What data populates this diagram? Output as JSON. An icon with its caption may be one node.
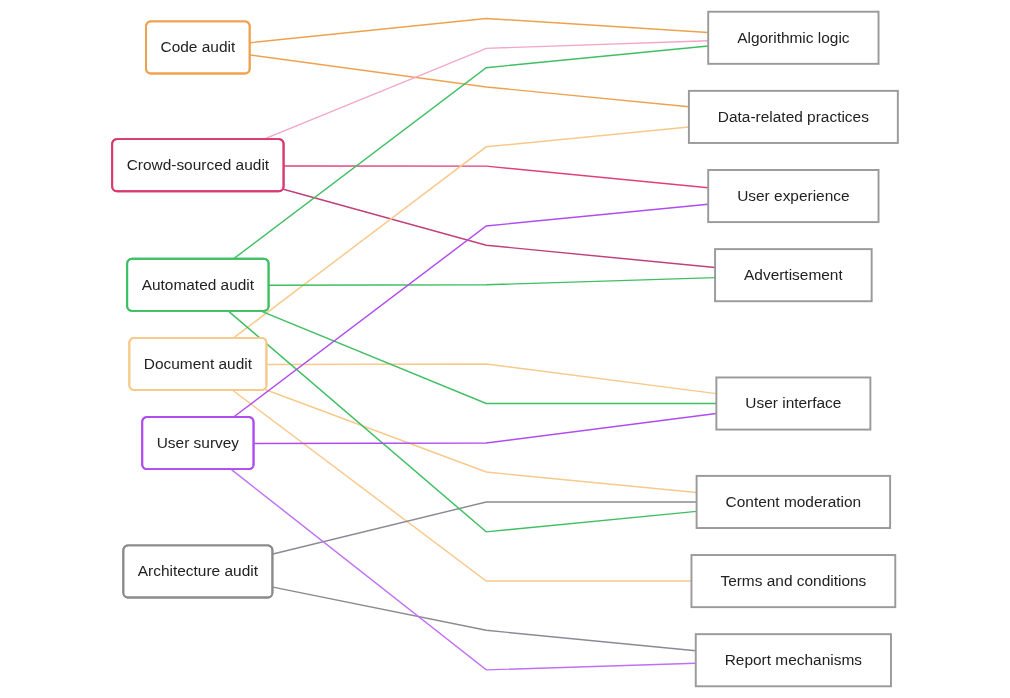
{
  "diagram": {
    "nodes": [
      {
        "text": [
          "Code audit"
        ]
      },
      {
        "text": [
          "Crowd-sourced audit"
        ]
      },
      {
        "text": [
          "Document audit"
        ]
      },
      {
        "text": [
          "Architecture audit"
        ]
      },
      {
        "text": [
          "Automated audit"
        ]
      },
      {
        "text": [
          "User survey"
        ]
      },
      {
        "text": [
          "User experience"
        ]
      },
      {
        "text": [
          "User interface"
        ]
      },
      {
        "text": [
          "Algorithmic logic"
        ]
      },
      {
        "text": [
          "Content moderation"
        ]
      },
      {
        "text": [
          "Terms and conditions"
        ]
      },
      {
        "text": [
          "Advertisement"
        ]
      },
      {
        "text": [
          "Report mechanisms"
        ]
      },
      {
        "text": [
          "Data-related practices"
        ]
      }
    ],
    "edges": [
      {
        "from": 0,
        "to": 8,
        "arrow": "none",
        "color": "#eea24f"
      },
      {
        "from": 0,
        "to": 13,
        "arrow": "none",
        "color": "#eea24f"
      },
      {
        "from": 1,
        "to": 6,
        "arrow": "none",
        "color": "#e0407a"
      },
      {
        "from": 1,
        "to": 8,
        "arrow": "none",
        "color": "#f2a6cc"
      },
      {
        "from": 1,
        "to": 11,
        "arrow": "none",
        "color": "#c0407a"
      },
      {
        "from": 2,
        "to": 7,
        "arrow": "none",
        "color": "#f7c98a"
      },
      {
        "from": 2,
        "to": 9,
        "arrow": "none",
        "color": "#f7c98a"
      },
      {
        "from": 2,
        "to": 10,
        "arrow": "none",
        "color": "#f7c98a"
      },
      {
        "from": 2,
        "to": 13,
        "arrow": "none",
        "color": "#f7c98a"
      },
      {
        "from": 3,
        "to": 9,
        "arrow": "none",
        "color": "#8a8a96"
      },
      {
        "from": 3,
        "to": 12,
        "arrow": "none",
        "color": "#8a8a96"
      },
      {
        "from": 4,
        "to": 7,
        "arrow": "none",
        "color": "#3fbf63"
      },
      {
        "from": 4,
        "to": 8,
        "arrow": "none",
        "color": "#3fbf63"
      },
      {
        "from": 4,
        "to": 9,
        "arrow": "none",
        "color": "#3fbf63"
      },
      {
        "from": 4,
        "to": 11,
        "arrow": "none",
        "color": "#3fbf63"
      },
      {
        "from": 5,
        "to": 6,
        "arrow": "none",
        "color": "#b04cf0"
      },
      {
        "from": 5,
        "to": 7,
        "arrow": "none",
        "color": "#b04cf0"
      },
      {
        "from": 5,
        "to": 12,
        "arrow": "none",
        "color": "#c070f5"
      }
    ]
  }
}
